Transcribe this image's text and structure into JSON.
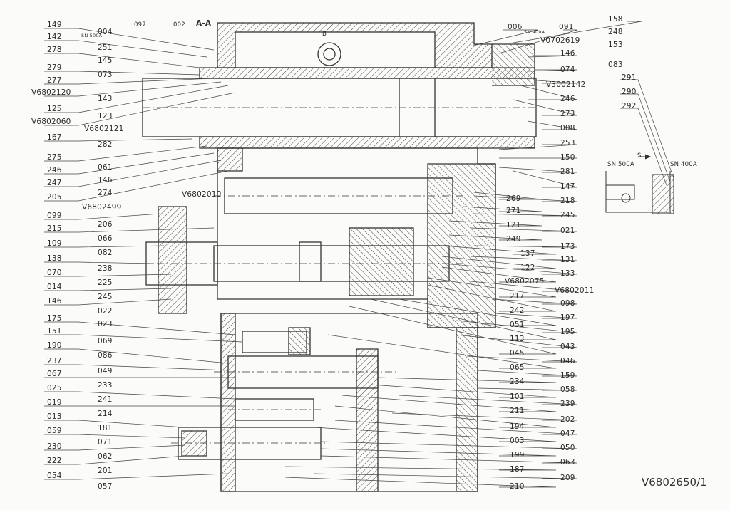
{
  "document": {
    "drawing_number": "V6802650/1",
    "section": "A-A",
    "section_mark_b": "B",
    "view_arrow_s": "S"
  },
  "detail": {
    "left_label": "SN 500A",
    "right_label": "SN 400A"
  },
  "inline_marks": {
    "sn500a_small": "SN 500A",
    "sn400a_small": "SN 400A",
    "label_097": "097",
    "label_002": "002"
  },
  "callouts_left": [
    "149",
    "142",
    "278",
    "279",
    "277",
    "V6802120",
    "125",
    "V6802060",
    "167",
    "275",
    "246",
    "247",
    "205",
    "099",
    "215",
    "109",
    "138",
    "070",
    "014",
    "146",
    "175",
    "151",
    "190",
    "237",
    "067",
    "025",
    "019",
    "013",
    "059",
    "230",
    "222",
    "054"
  ],
  "callouts_left_inner": [
    "004",
    "251",
    "145",
    "073",
    "143",
    "123",
    "V6802121",
    "282",
    "061",
    "146",
    "274",
    "V6802499",
    "V6802010",
    "206",
    "066",
    "082",
    "238",
    "225",
    "245",
    "022",
    "023",
    "069",
    "086",
    "049",
    "233",
    "241",
    "214",
    "181",
    "071",
    "062",
    "201",
    "057"
  ],
  "callouts_right": [
    "006",
    "091",
    "158",
    "248",
    "V0702619",
    "153",
    "146",
    "083",
    "074",
    "V3002142",
    "246",
    "273",
    "008",
    "253",
    "150",
    "281",
    "147",
    "269",
    "218",
    "271",
    "245",
    "121",
    "021",
    "249",
    "137",
    "173",
    "131",
    "122",
    "133",
    "V6802075",
    "V6802011",
    "217",
    "098",
    "242",
    "197",
    "051",
    "195",
    "113",
    "043",
    "045",
    "046",
    "065",
    "159",
    "234",
    "058",
    "101",
    "239",
    "211",
    "202",
    "194",
    "047",
    "003",
    "050",
    "199",
    "063",
    "187",
    "210",
    "209"
  ],
  "callouts_detail": [
    "291",
    "290",
    "292"
  ]
}
